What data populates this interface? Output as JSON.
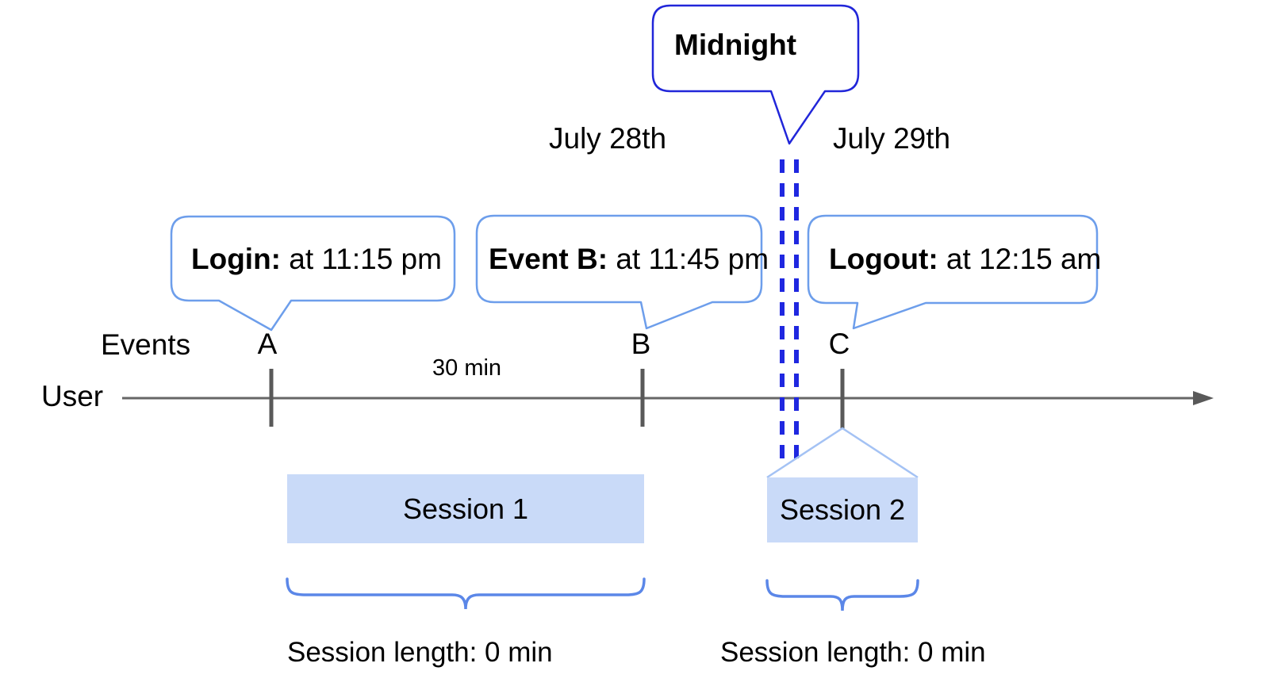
{
  "colors": {
    "midnight_bubble_border": "#2126d9",
    "dashed_line_blue": "#1f27e0",
    "callout_border_blue": "#6d9eeb",
    "brace_blue": "#5b87e8",
    "roof_line_blue": "#a4c2f4",
    "session_fill_blue": "#c9daf8",
    "timeline_gray": "#666666",
    "tick_gray": "#595959",
    "text_black": "#000000"
  },
  "callouts": {
    "midnight": {
      "label": "Midnight"
    },
    "login": {
      "label": "Login:",
      "text": " at 11:15 pm"
    },
    "event_b": {
      "label": "Event B:",
      "text": " at 11:45 pm"
    },
    "logout": {
      "label": "Logout:",
      "text": " at 12:15 am"
    }
  },
  "dates": {
    "before_midnight": "July 28th",
    "after_midnight": "July 29th"
  },
  "timeline": {
    "events_label": "Events",
    "axis_label": "User",
    "markers": [
      "A",
      "B",
      "C"
    ],
    "interval_label": "30 min"
  },
  "sessions": [
    {
      "name": "Session 1",
      "length_label": "Session length: 0 min"
    },
    {
      "name": "Session 2",
      "length_label": "Session length: 0 min"
    }
  ]
}
